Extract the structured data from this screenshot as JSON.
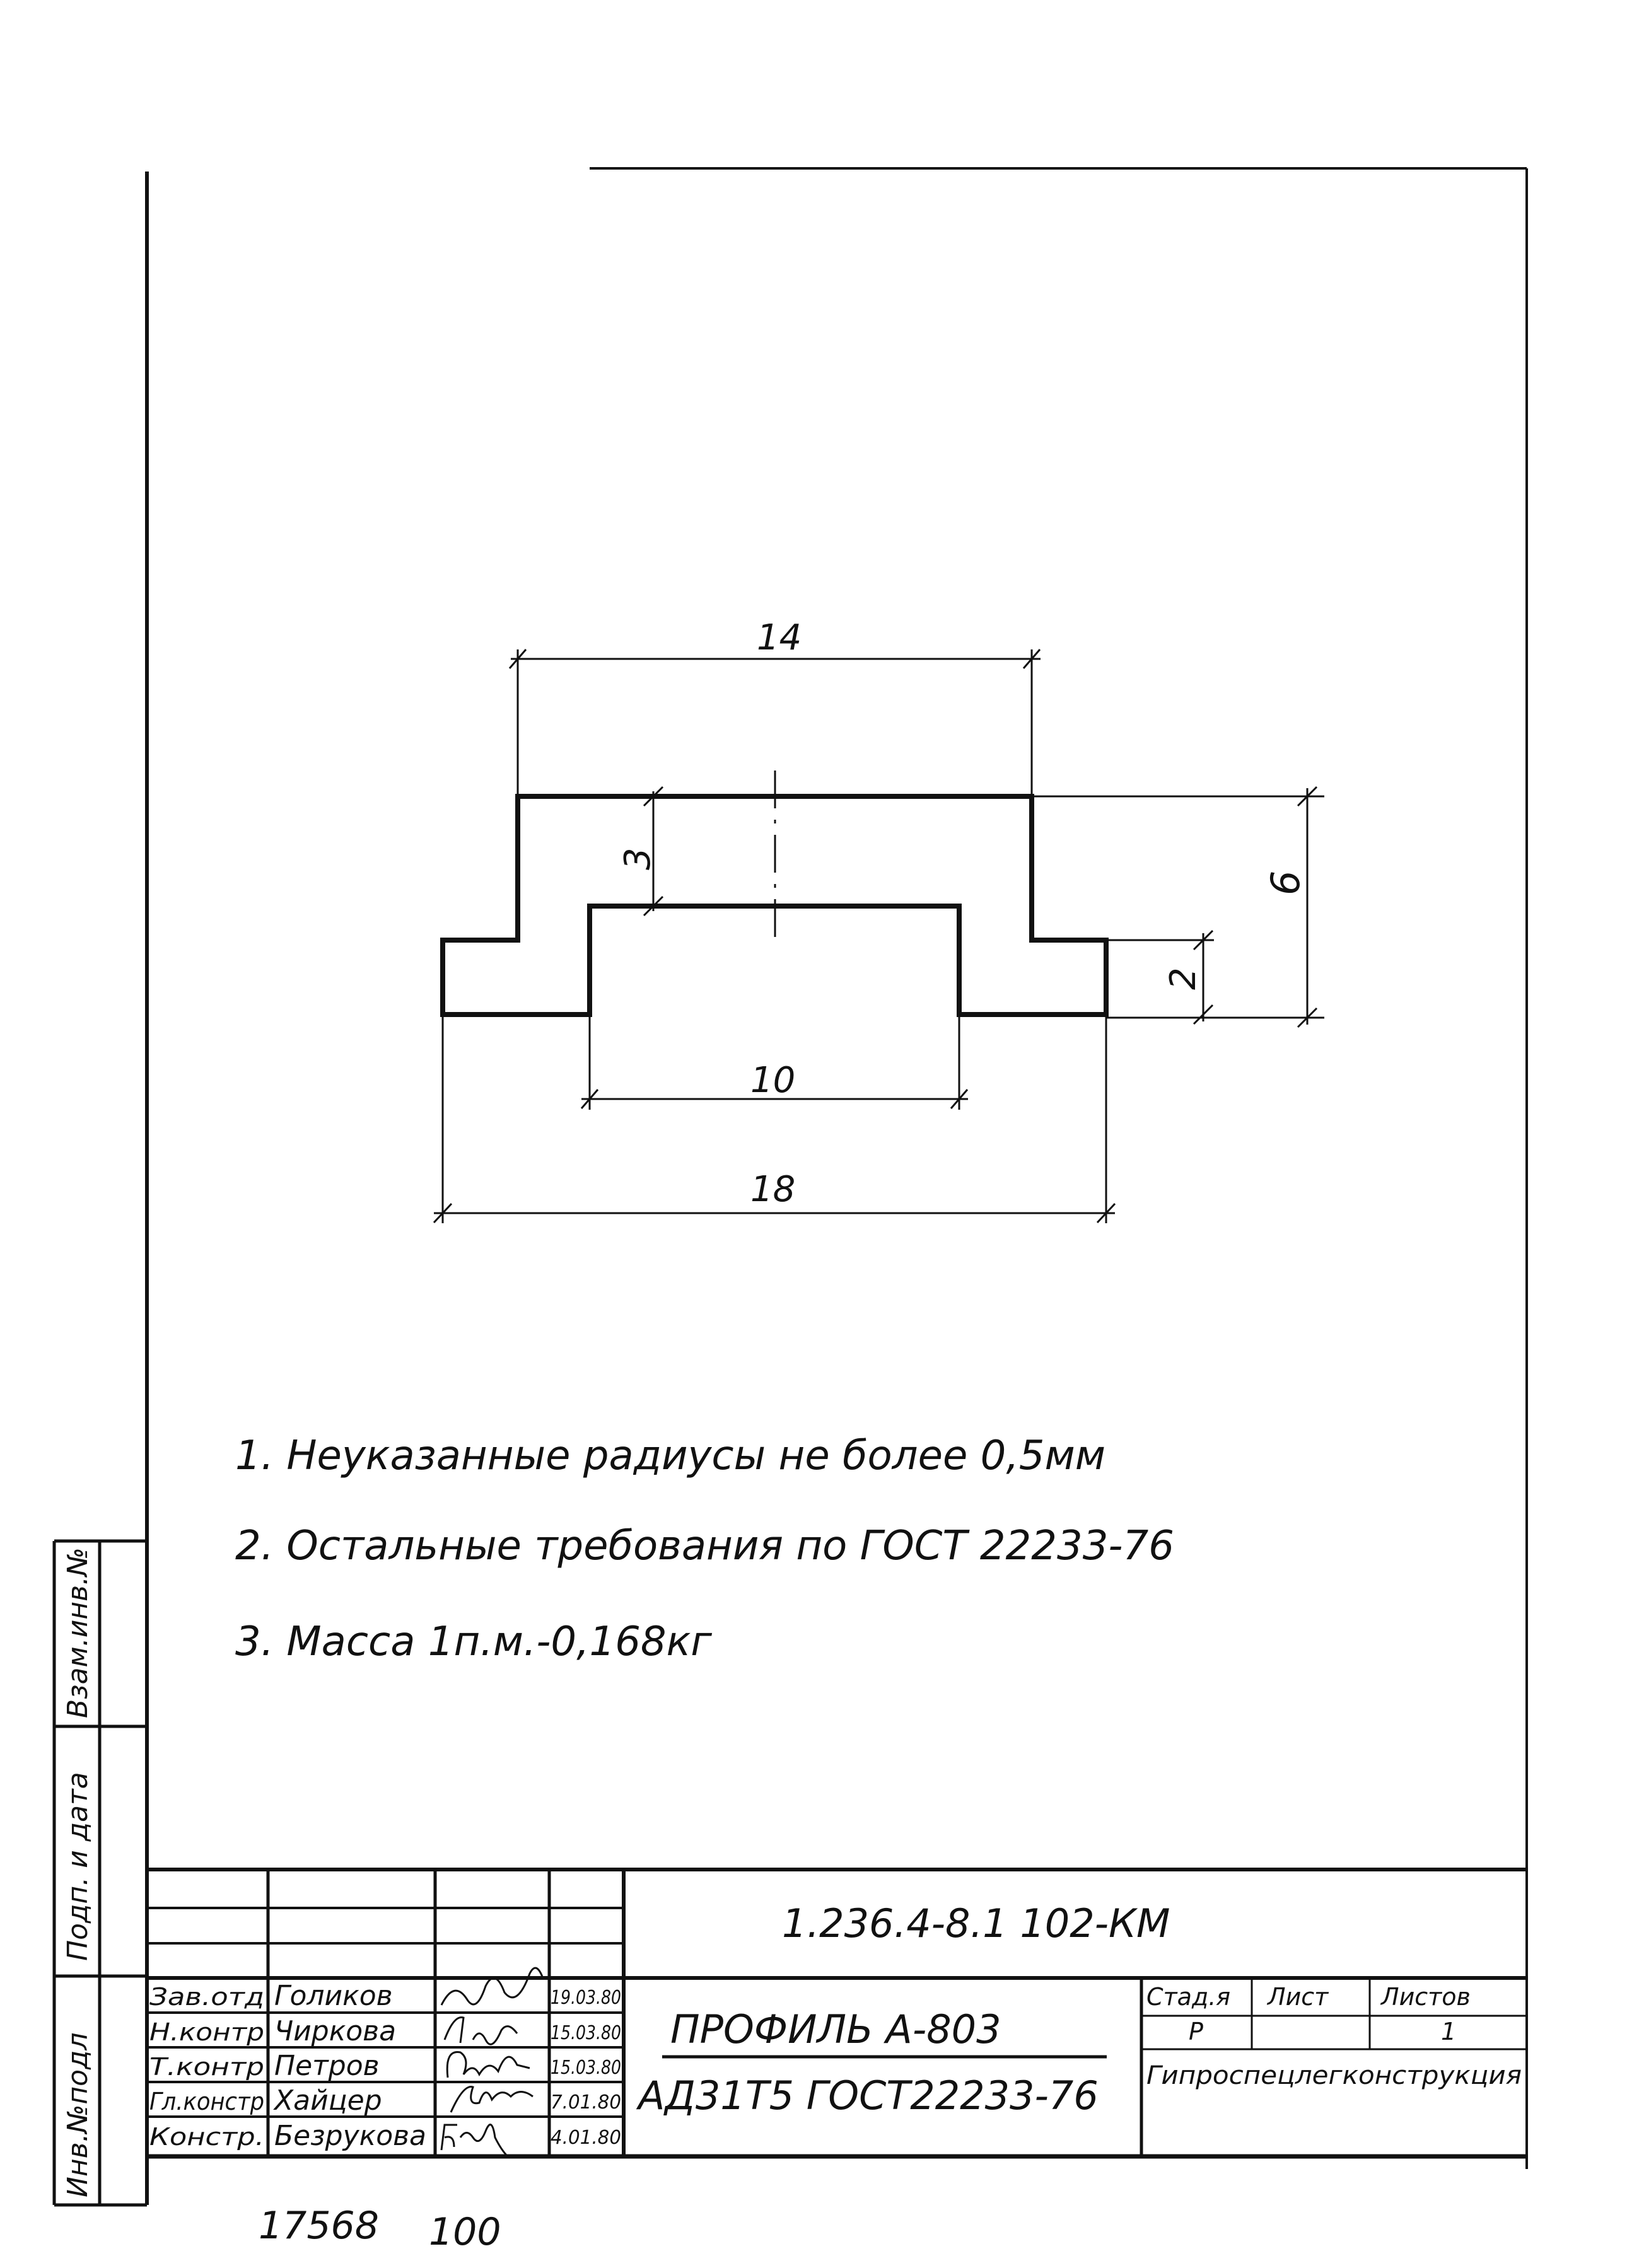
{
  "dimensions": {
    "top_width": "14",
    "total_height": "6",
    "flange_height": "2",
    "slot_depth": "3",
    "slot_width": "10",
    "total_width": "18"
  },
  "notes": [
    "1. Неуказанные радиусы не более 0,5мм",
    "2. Остальные требования по ГОСТ 22233-76",
    "3. Масса 1п.м.-0,168кг"
  ],
  "side_stamp": {
    "replaced_inv": "Взам.инв.№",
    "sign_date": "Подп. и дата",
    "orig_inv": "Инв.№подл"
  },
  "title_block": {
    "document_code": "1.236.4-8.1 102-КМ",
    "title": "ПРОФИЛЬ А-803",
    "material": "АД31Т5 ГОСТ22233-76",
    "stage_label": "Стад.я",
    "sheet_label": "Лист",
    "sheets_label": "Листов",
    "stage_value": "Р",
    "sheet_value": "",
    "sheets_value": "1",
    "organization": "Гипроспецлегконструкция",
    "signers": [
      {
        "role": "Зав.отд",
        "name": "Голиков",
        "date": "19.03.80"
      },
      {
        "role": "Н.контр",
        "name": "Чиркова",
        "date": "15.03.80"
      },
      {
        "role": "Т.контр",
        "name": "Петров",
        "date": "15.03.80"
      },
      {
        "role": "Гл.констр",
        "name": "Хайцер",
        "date": "7.01.80"
      },
      {
        "role": "Констр.",
        "name": "Безрукова",
        "date": "4.01.80"
      }
    ]
  },
  "footer": {
    "number_left": "17568",
    "number_right": "100"
  }
}
